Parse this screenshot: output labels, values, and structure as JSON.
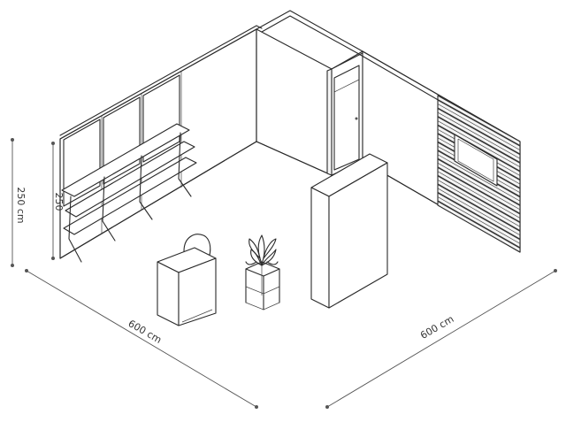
{
  "dimensions": {
    "height_total": "250 cm",
    "height_shelf": "250",
    "width_left": "600 cm",
    "width_right": "600 cm"
  }
}
